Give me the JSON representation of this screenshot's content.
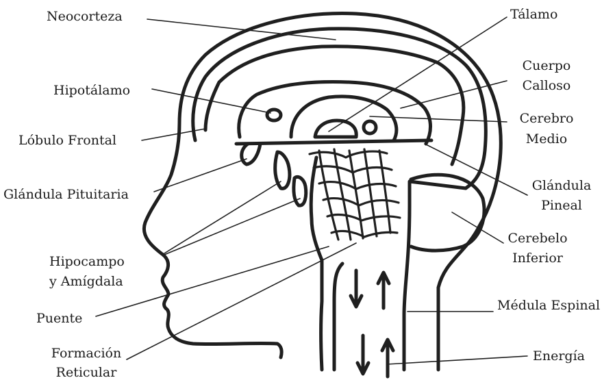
{
  "labels": {
    "neocorteza": "Neocorteza",
    "talamo": "Tálamo",
    "cuerpo_calloso_1": "Cuerpo",
    "cuerpo_calloso_2": "Calloso",
    "hipotalamo": "Hipotálamo",
    "cerebro_medio_1": "Cerebro",
    "cerebro_medio_2": "Medio",
    "lobulo_frontal": "Lóbulo Frontal",
    "glandula_pituitaria": "Glándula Pituitaria",
    "glandula_pineal_1": "Glándula",
    "glandula_pineal_2": "Pineal",
    "cerebelo_inferior_1": "Cerebelo",
    "cerebelo_inferior_2": "Inferior",
    "hipocampo_1": "Hipocampo",
    "hipocampo_2": "y Amígdala",
    "medula_espinal": "Médula Espinal",
    "puente": "Puente",
    "formacion_reticular_1": "Formación",
    "formacion_reticular_2": "Reticular",
    "energia": "Energía"
  }
}
